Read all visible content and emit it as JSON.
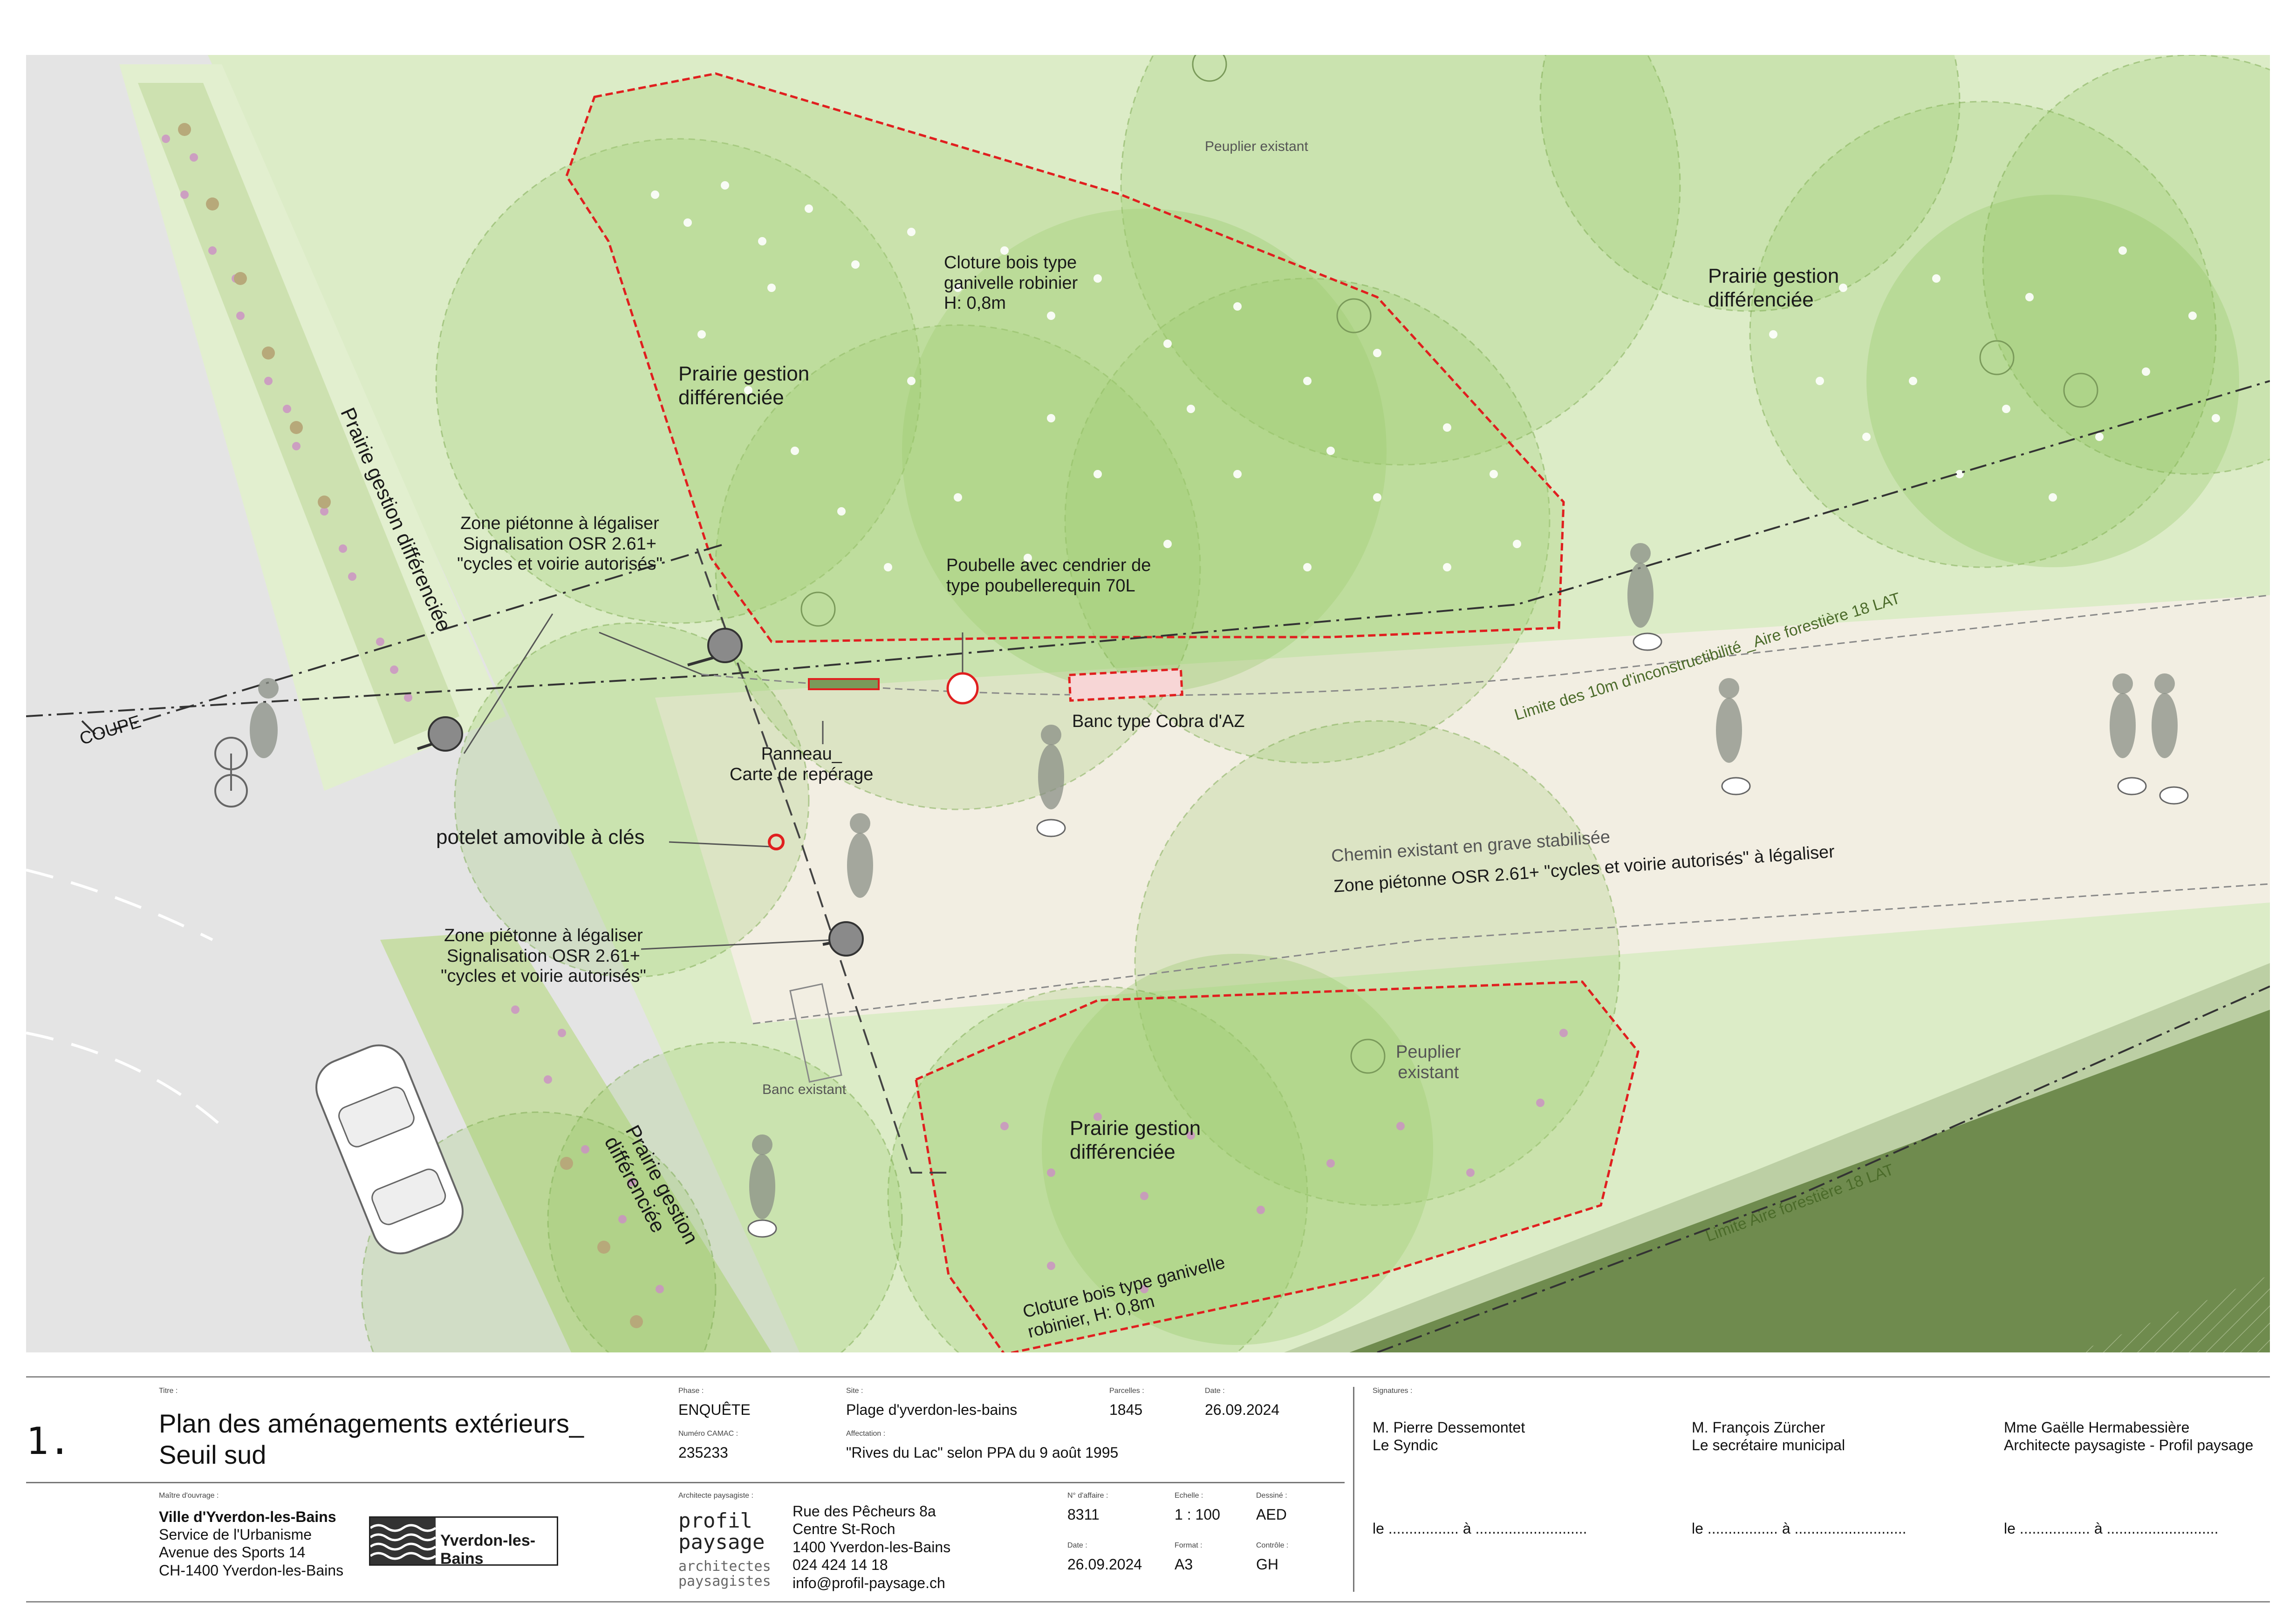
{
  "plan": {
    "labels": {
      "prairie_nw": "Prairie gestion\ndifférenciée",
      "prairie_ne": "Prairie gestion\ndifférenciée",
      "prairie_se": "Prairie gestion\ndifférenciée",
      "prairie_left_strip": "Prairie gestion différenciée",
      "prairie_left_lower": "Prairie gestion\ndifférenciée",
      "cloture_top": "Cloture bois type\nganivelle robinier\nH: 0,8m",
      "cloture_bottom": "Cloture bois type ganivelle\nrobinier, H: 0,8m",
      "peuplier_top": "Peuplier existant",
      "peuplier_bottom": "Peuplier\nexistant",
      "zone_pietonne_top": "Zone piétonne à légaliser\nSignalisation OSR 2.61+\n\"cycles et voirie autorisés\"",
      "zone_pietonne_mid": "Zone piétonne à légaliser\nSignalisation OSR 2.61+\n\"cycles et voirie autorisés\"",
      "poubelle": "Poubelle avec cendrier de\ntype poubellerequin 70L",
      "banc_cobra": "Banc type Cobra d'AZ",
      "panneau": "Panneau_\nCarte de repérage",
      "potelet": "potelet amovible à clés",
      "coupe": "COUPE",
      "chemin": "Chemin existant en grave stabilisée",
      "zone_pietonne_path": "Zone piétonne OSR 2.61+ \"cycles et voirie autorisés\" à légaliser",
      "banc_existant": "Banc existant",
      "limite_10m": "Limite des 10m d'inconstructibilité _Aire forestière 18 LAT",
      "limite_aire": "Limite Aire forestière 18 LAT"
    },
    "colors": {
      "meadow": "#cfe4b0",
      "tree_canopy": "#9ccc6a",
      "road": "#e6e6e6",
      "path": "#f3efe4",
      "forest": "#6e8a4c",
      "fence": "#e01f1f"
    }
  },
  "cartouche": {
    "number": "1.",
    "titre_label": "Titre :",
    "titre": "Plan des aménagements extérieurs_\nSeuil sud",
    "phase_label": "Phase :",
    "phase": "ENQUÊTE",
    "camac_label": "Numéro CAMAC :",
    "camac": "235233",
    "site_label": "Site :",
    "site": "Plage d'yverdon-les-bains",
    "affectation_label": "Affectation :",
    "affectation": "\"Rives du Lac\" selon PPA du 9 août 1995",
    "parcelles_label": "Parcelles :",
    "parcelles": "1845",
    "date_label": "Date :",
    "date": "26.09.2024",
    "signatures_label": "Signatures :",
    "sig1_name": "M. Pierre Dessemontet",
    "sig1_role": "Le Syndic",
    "sig2_name": "M. François Zürcher",
    "sig2_role": "Le secrétaire municipal",
    "sig3_name": "Mme Gaëlle Hermabessière",
    "sig3_role": "Architecte paysagiste - Profil paysage",
    "sig_line": "le .................   à  ...........................",
    "maitre_label": "Maître d'ouvrage :",
    "maitre_name": "Ville d'Yverdon-les-Bains",
    "maitre_addr": "Service de l'Urbanisme\nAvenue des Sports 14\nCH-1400 Yverdon-les-Bains",
    "yverdon_logo": "Yverdon-les-Bains",
    "archi_label": "Architecte paysagiste :",
    "archi_logo_1": "profil\npaysage",
    "archi_logo_2": "architectes\npaysagistes",
    "archi_addr": "Rue des Pêcheurs 8a\nCentre St-Roch\n1400 Yverdon-les-Bains\n024 424 14 18\ninfo@profil-paysage.ch",
    "affaire_label": "N° d'affaire :",
    "affaire": "8311",
    "echelle_label": "Echelle :",
    "echelle": "1 : 100",
    "dessine_label": "Dessiné :",
    "dessine": "AED",
    "date2_label": "Date :",
    "date2": "26.09.2024",
    "format_label": "Format :",
    "format": "A3",
    "controle_label": "Contrôle :",
    "controle": "GH"
  }
}
